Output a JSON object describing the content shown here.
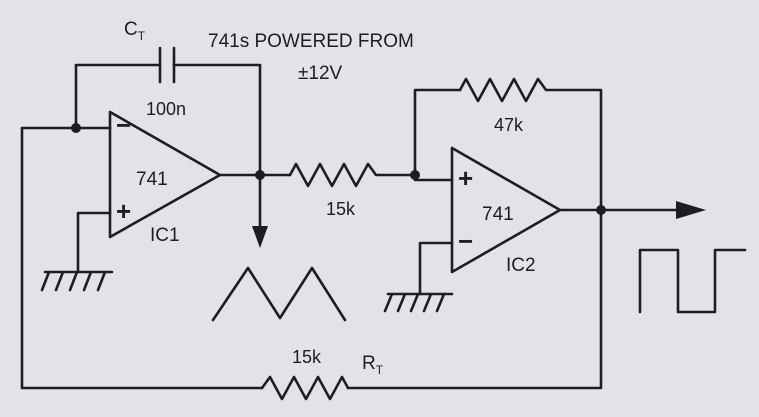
{
  "note": {
    "line1": "741s POWERED FROM",
    "line2": "±12V"
  },
  "ic1": {
    "label": "IC1",
    "part": "741",
    "inv": "−",
    "noninv": "+"
  },
  "ic2": {
    "label": "IC2",
    "part": "741",
    "inv": "−",
    "noninv": "+"
  },
  "ct": {
    "letter": "C",
    "sub": "T",
    "value": "100n"
  },
  "r_series": {
    "value": "15k"
  },
  "r_feedback": {
    "value": "47k"
  },
  "rt": {
    "value": "15k",
    "letter": "R",
    "sub": "T"
  },
  "colors": {
    "ink": "#1e1e22",
    "paper": "#e2e3e7"
  }
}
